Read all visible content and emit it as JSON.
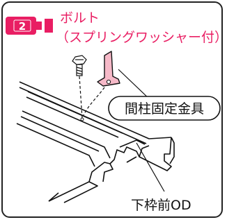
{
  "step": {
    "number": "2",
    "title": "ボルト",
    "subtitle": "（スプリングワッシャー付）"
  },
  "labels": {
    "bracket": "間柱固定金具",
    "frame_part": "下枠前OD"
  },
  "colors": {
    "accent": "#e91e63",
    "bracket_fill": "#f6b9c8",
    "line": "#111111"
  }
}
